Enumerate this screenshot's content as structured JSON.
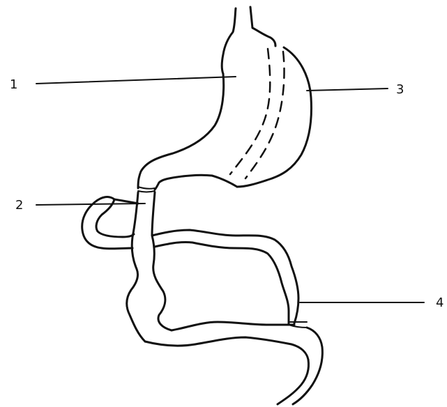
{
  "labels": {
    "label_1": "1",
    "label_2": "2",
    "label_3": "3",
    "label_4": "4"
  },
  "colors": {
    "ink": "#111111",
    "background": "#ffffff"
  }
}
